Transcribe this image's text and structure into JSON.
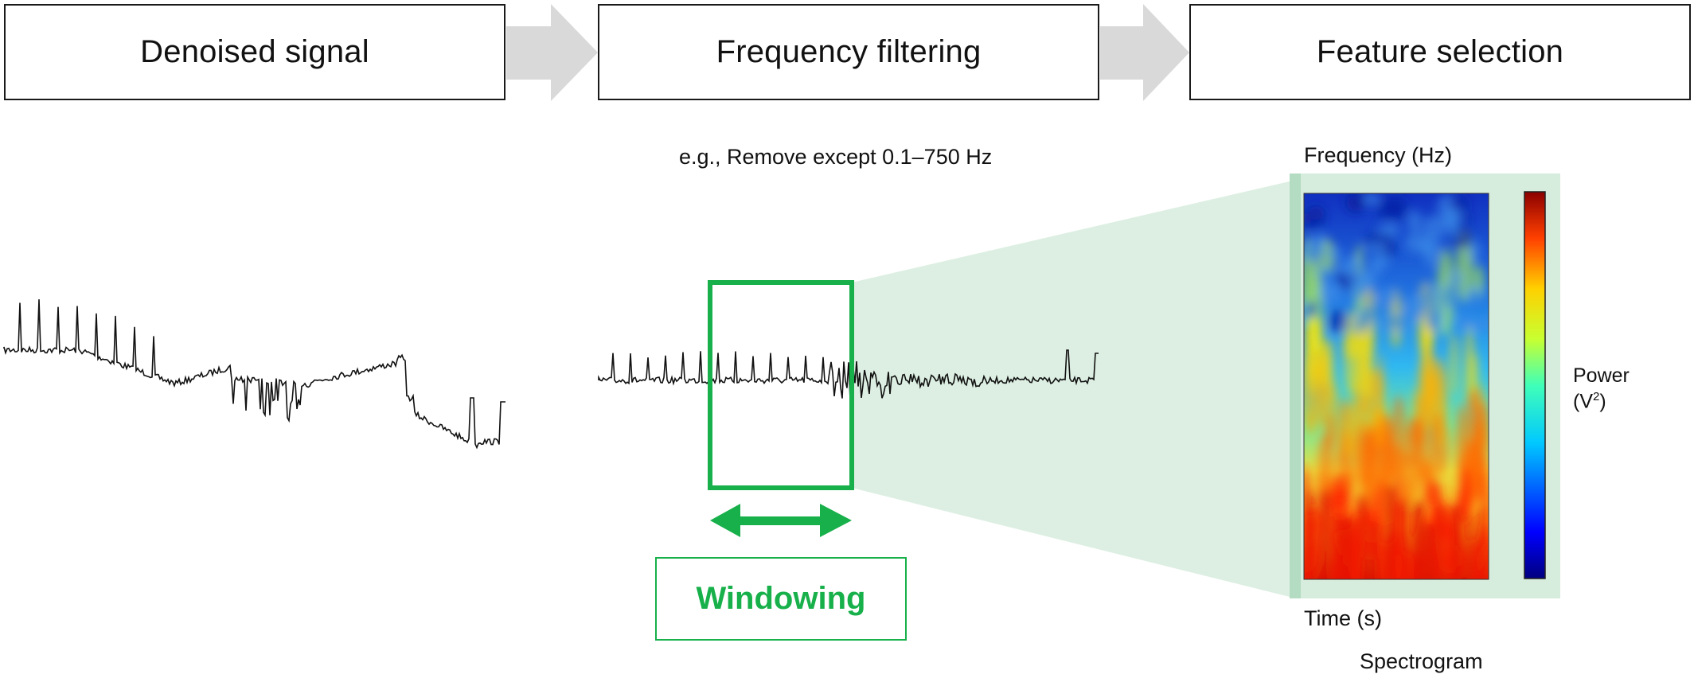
{
  "stages": [
    {
      "label": "Denoised signal"
    },
    {
      "label": "Frequency filtering"
    },
    {
      "label": "Feature selection"
    }
  ],
  "filter_note": "e.g., Remove except 0.1–750 Hz",
  "windowing_label": "Windowing",
  "spectrogram": {
    "y_axis_label": "Frequency (Hz)",
    "x_axis_label": "Time (s)",
    "caption": "Spectrogram",
    "colorbar_label": "Power",
    "colorbar_unit_base": "(V",
    "colorbar_unit_sup": "2",
    "colorbar_unit_end": ")"
  },
  "colors": {
    "window_green": "#17b04a",
    "highlight_green": "#dcefe2",
    "arrow_gray": "#d9d9d9",
    "signal_black": "#111111"
  }
}
